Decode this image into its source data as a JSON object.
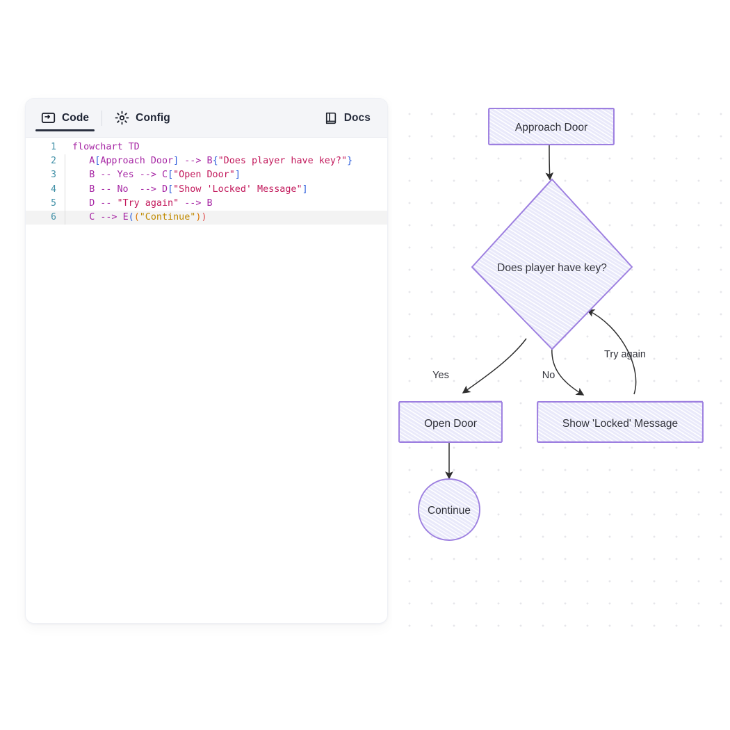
{
  "editor": {
    "tabs": [
      {
        "id": "code",
        "label": "Code",
        "icon": "terminal-icon",
        "active": true
      },
      {
        "id": "config",
        "label": "Config",
        "icon": "gear-icon",
        "active": false
      }
    ],
    "docs_tab": {
      "label": "Docs",
      "icon": "book-icon"
    },
    "active_line": 6,
    "lines": [
      {
        "num": "1",
        "text": "flowchart TD"
      },
      {
        "num": "2",
        "text": "    A[Approach Door] --> B{\"Does player have key?\"}"
      },
      {
        "num": "3",
        "text": "    B -- Yes --> C[\"Open Door\"]"
      },
      {
        "num": "4",
        "text": "    B -- No  --> D[\"Show 'Locked' Message\"]"
      },
      {
        "num": "5",
        "text": "    D -- \"Try again\" --> B"
      },
      {
        "num": "6",
        "text": "    C --> E((\"Continue\"))"
      }
    ]
  },
  "colors": {
    "node_stroke": "#9d7fe0",
    "node_fill": "#ebebfa",
    "hatch": "#ffffff",
    "edge": "#333333",
    "accent_keyword": "#a626a4",
    "accent_bracket": "#2a5bdb",
    "line_number": "#3f8fa6",
    "tab_active_underline": "#2a3040",
    "panel_bg": "#ffffff",
    "tabbar_bg": "#f4f5f8",
    "grid_dot": "#e6e6ea"
  },
  "chart_data": {
    "type": "diagram",
    "diagram_kind": "flowchart",
    "direction": "TD",
    "title": "",
    "nodes": [
      {
        "id": "A",
        "label": "Approach Door",
        "shape": "rect"
      },
      {
        "id": "B",
        "label": "Does player have key?",
        "shape": "diamond"
      },
      {
        "id": "C",
        "label": "Open Door",
        "shape": "rect"
      },
      {
        "id": "D",
        "label": "Show 'Locked' Message",
        "shape": "rect"
      },
      {
        "id": "E",
        "label": "Continue",
        "shape": "circle"
      }
    ],
    "edges": [
      {
        "from": "A",
        "to": "B",
        "label": ""
      },
      {
        "from": "B",
        "to": "C",
        "label": "Yes"
      },
      {
        "from": "B",
        "to": "D",
        "label": "No"
      },
      {
        "from": "D",
        "to": "B",
        "label": "Try again"
      },
      {
        "from": "C",
        "to": "E",
        "label": ""
      }
    ]
  },
  "diagram": {
    "nodes": {
      "approach_door": "Approach Door",
      "decision": "Does player have key?",
      "open_door": "Open Door",
      "locked_message": "Show 'Locked' Message",
      "continue": "Continue"
    },
    "edge_labels": {
      "yes": "Yes",
      "no": "No",
      "try_again": "Try again"
    }
  }
}
